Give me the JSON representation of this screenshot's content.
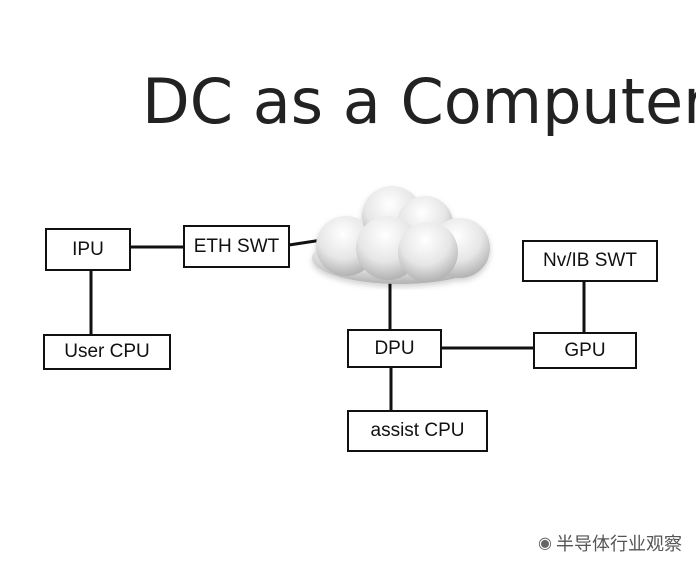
{
  "title": "DC as a Computer",
  "nodes": {
    "ipu": "IPU",
    "eth_swt": "ETH SWT",
    "user_cpu": "User CPU",
    "nvib_swt": "Nv/IB SWT",
    "dpu": "DPU",
    "gpu": "GPU",
    "assist_cpu": "assist CPU"
  },
  "cloud_icon": "cloud-icon",
  "watermark": "半导体行业观察",
  "watermark_icon": "wechat-icon"
}
